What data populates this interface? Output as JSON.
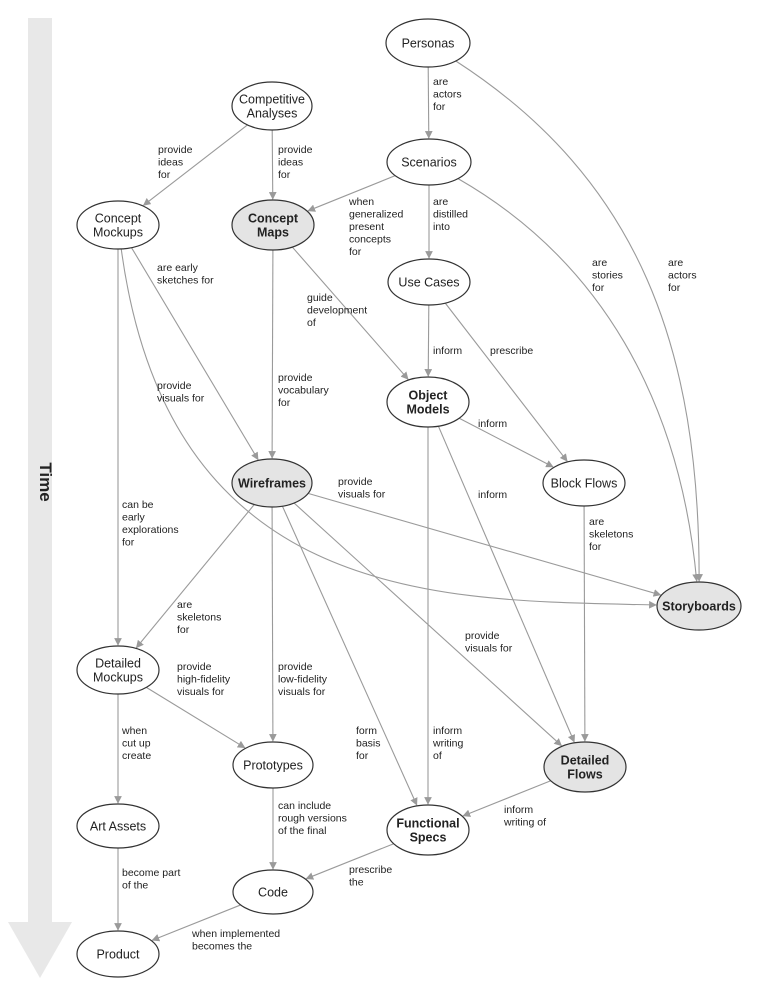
{
  "time_axis": {
    "label": "Time"
  },
  "colors": {
    "node_fill": "#ffffff",
    "highlight_fill": "#e4e4e4",
    "edge": "#9a9a9a",
    "arrow_band": "#e8e8e8"
  },
  "nodes": [
    {
      "id": "personas",
      "label": [
        "Personas"
      ],
      "highlight": false,
      "bold": false
    },
    {
      "id": "competitive-analyses",
      "label": [
        "Competitive",
        "Analyses"
      ],
      "highlight": false,
      "bold": false
    },
    {
      "id": "scenarios",
      "label": [
        "Scenarios"
      ],
      "highlight": false,
      "bold": false
    },
    {
      "id": "concept-mockups",
      "label": [
        "Concept",
        "Mockups"
      ],
      "highlight": false,
      "bold": false
    },
    {
      "id": "concept-maps",
      "label": [
        "Concept",
        "Maps"
      ],
      "highlight": true,
      "bold": true
    },
    {
      "id": "use-cases",
      "label": [
        "Use Cases"
      ],
      "highlight": false,
      "bold": false
    },
    {
      "id": "object-models",
      "label": [
        "Object",
        "Models"
      ],
      "highlight": false,
      "bold": true
    },
    {
      "id": "wireframes",
      "label": [
        "Wireframes"
      ],
      "highlight": true,
      "bold": true
    },
    {
      "id": "block-flows",
      "label": [
        "Block Flows"
      ],
      "highlight": false,
      "bold": false
    },
    {
      "id": "storyboards",
      "label": [
        "Storyboards"
      ],
      "highlight": true,
      "bold": true
    },
    {
      "id": "detailed-mockups",
      "label": [
        "Detailed",
        "Mockups"
      ],
      "highlight": false,
      "bold": false
    },
    {
      "id": "prototypes",
      "label": [
        "Prototypes"
      ],
      "highlight": false,
      "bold": false
    },
    {
      "id": "detailed-flows",
      "label": [
        "Detailed",
        "Flows"
      ],
      "highlight": true,
      "bold": true
    },
    {
      "id": "art-assets",
      "label": [
        "Art Assets"
      ],
      "highlight": false,
      "bold": false
    },
    {
      "id": "functional-specs",
      "label": [
        "Functional",
        "Specs"
      ],
      "highlight": false,
      "bold": true
    },
    {
      "id": "code",
      "label": [
        "Code"
      ],
      "highlight": false,
      "bold": false
    },
    {
      "id": "product",
      "label": [
        "Product"
      ],
      "highlight": false,
      "bold": false
    }
  ],
  "edges": [
    {
      "from": "personas",
      "to": "scenarios",
      "label": [
        "are",
        "actors",
        "for"
      ]
    },
    {
      "from": "personas",
      "to": "storyboards",
      "label": [
        "are",
        "actors",
        "for"
      ]
    },
    {
      "from": "competitive-analyses",
      "to": "concept-mockups",
      "label": [
        "provide",
        "ideas",
        "for"
      ]
    },
    {
      "from": "competitive-analyses",
      "to": "concept-maps",
      "label": [
        "provide",
        "ideas",
        "for"
      ]
    },
    {
      "from": "scenarios",
      "to": "concept-maps",
      "label": [
        "when",
        "generalized",
        "present",
        "concepts",
        "for"
      ]
    },
    {
      "from": "scenarios",
      "to": "use-cases",
      "label": [
        "are",
        "distilled",
        "into"
      ]
    },
    {
      "from": "scenarios",
      "to": "storyboards",
      "label": [
        "are",
        "stories",
        "for"
      ]
    },
    {
      "from": "concept-mockups",
      "to": "wireframes",
      "label": [
        "are early",
        "sketches for"
      ]
    },
    {
      "from": "concept-mockups",
      "to": "storyboards",
      "label": [
        "provide",
        "visuals for"
      ]
    },
    {
      "from": "concept-mockups",
      "to": "detailed-mockups",
      "label": [
        "can be",
        "early",
        "explorations",
        "for"
      ]
    },
    {
      "from": "concept-maps",
      "to": "wireframes",
      "label": [
        "provide",
        "vocabulary",
        "for"
      ]
    },
    {
      "from": "concept-maps",
      "to": "object-models",
      "label": [
        "guide",
        "development",
        "of"
      ]
    },
    {
      "from": "use-cases",
      "to": "object-models",
      "label": [
        "inform"
      ]
    },
    {
      "from": "use-cases",
      "to": "block-flows",
      "label": [
        "prescribe"
      ]
    },
    {
      "from": "object-models",
      "to": "block-flows",
      "label": [
        "inform"
      ]
    },
    {
      "from": "object-models",
      "to": "detailed-flows",
      "label": [
        "inform"
      ]
    },
    {
      "from": "object-models",
      "to": "functional-specs",
      "label": [
        "inform",
        "writing",
        "of"
      ]
    },
    {
      "from": "wireframes",
      "to": "storyboards",
      "label": [
        "provide",
        "visuals for"
      ]
    },
    {
      "from": "wireframes",
      "to": "detailed-mockups",
      "label": [
        "are",
        "skeletons",
        "for"
      ]
    },
    {
      "from": "wireframes",
      "to": "prototypes",
      "label": [
        "provide",
        "low-fidelity",
        "visuals for"
      ]
    },
    {
      "from": "wireframes",
      "to": "functional-specs",
      "label": [
        "form",
        "basis",
        "for"
      ]
    },
    {
      "from": "wireframes",
      "to": "detailed-flows",
      "label": [
        "provide",
        "visuals for"
      ]
    },
    {
      "from": "block-flows",
      "to": "detailed-flows",
      "label": [
        "are",
        "skeletons",
        "for"
      ]
    },
    {
      "from": "detailed-mockups",
      "to": "prototypes",
      "label": [
        "provide",
        "high-fidelity",
        "visuals for"
      ]
    },
    {
      "from": "detailed-mockups",
      "to": "art-assets",
      "label": [
        "when",
        "cut up",
        "create"
      ]
    },
    {
      "from": "detailed-flows",
      "to": "functional-specs",
      "label": [
        "inform",
        "writing of"
      ]
    },
    {
      "from": "prototypes",
      "to": "code",
      "label": [
        "can include",
        "rough versions",
        "of the final"
      ]
    },
    {
      "from": "functional-specs",
      "to": "code",
      "label": [
        "prescribe",
        "the"
      ]
    },
    {
      "from": "art-assets",
      "to": "product",
      "label": [
        "become part",
        "of the"
      ]
    },
    {
      "from": "code",
      "to": "product",
      "label": [
        "when implemented",
        "becomes the"
      ]
    }
  ]
}
